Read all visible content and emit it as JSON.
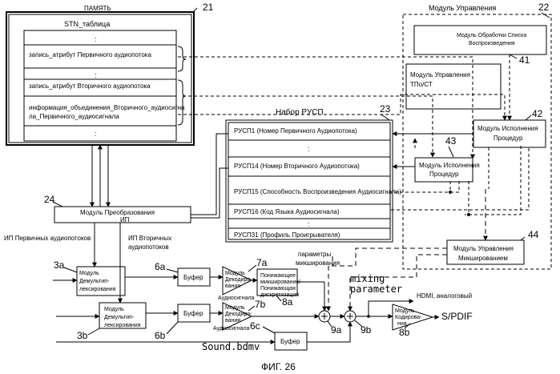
{
  "memory": {
    "label": "ПАМЯТЬ",
    "ref": "21",
    "table_title": "STN_таблица",
    "dots": ":",
    "row_primary": "запись_атрибут Первичного аудиопотока",
    "row_secondary": "запись_атрибут Вторичного аудиопотока",
    "row_combine_1": "информация_объединения_Вторичного_аудиосигна",
    "row_combine_2": "ла_Первичного_аудиосигнала"
  },
  "control": {
    "label": "Модуль Управления",
    "ref": "22",
    "playlist_1": "Модуль Обработки Списка",
    "playlist_2": "Воспроизведения",
    "playlist_ref": "41",
    "tpo_1": "Модуль Управления",
    "tpo_2": "ТПо/СТ",
    "proc_1": "Модуль Исполнения",
    "proc_2": "Процедур",
    "proc_ref": "42"
  },
  "psr": {
    "title": "Набор РУСП",
    "ref": "23",
    "r1": "РУСП1 (Номер Первичного Аудиопотока)",
    "r14": "РУСП14 (Номер Вторичного Аудиопотока)",
    "r15": "РУСП15 (Способность Воспроизведения Аудиосигнала)",
    "r16": "РУСП16 (Код Языка Аудиосигнала)",
    "r31": "РУСП31 (Профиль Проигрывателя)",
    "dots": ":"
  },
  "proc2": {
    "l1": "Модуль Исполнения",
    "l2": "Процедур",
    "ref": "43"
  },
  "pid": {
    "l1": "Модуль Преобразования",
    "l2": "ИП",
    "ref": "24"
  },
  "mixctl": {
    "l1": "Модуль Управления",
    "l2": "Микшированием",
    "ref": "44"
  },
  "labels": {
    "pid_primary": "ИП Первичных аудиопотоков",
    "pid_secondary_1": "ИП Вторичных",
    "pid_secondary_2": "аудиопотоков",
    "mix_params_1": "параметры",
    "mix_params_2": "микширования",
    "mixing_1": "mixing",
    "mixing_2": "parameter",
    "hdmi": "HDMI, аналоговый",
    "spdif": "S/PDIF",
    "sound": "Sound.bdmv",
    "figure": "ФИГ. 26"
  },
  "demux": {
    "l1": "Модуль",
    "l2": "Демультип-",
    "l3": "лексирования"
  },
  "buffer": "Буфер",
  "decoder": {
    "l1": "Модуль",
    "l2": "Декодиро-",
    "l3": "вания",
    "l4": "Аудиосигнала"
  },
  "downmix": {
    "l1": "Понижающее",
    "l2": "микширование/",
    "l3": "Понижающая",
    "l4": "дискретизация"
  },
  "encoder": {
    "l1": "Модуль",
    "l2": "Кодирова-",
    "l3": "ния"
  },
  "refs": {
    "r3a": "3a",
    "r3b": "3b",
    "r6a": "6a",
    "r6b": "6b",
    "r6c": "6c",
    "r7a": "7a",
    "r7b": "7b",
    "r8a": "8a",
    "r8b": "8b",
    "r9a": "9a",
    "r9b": "9b"
  }
}
